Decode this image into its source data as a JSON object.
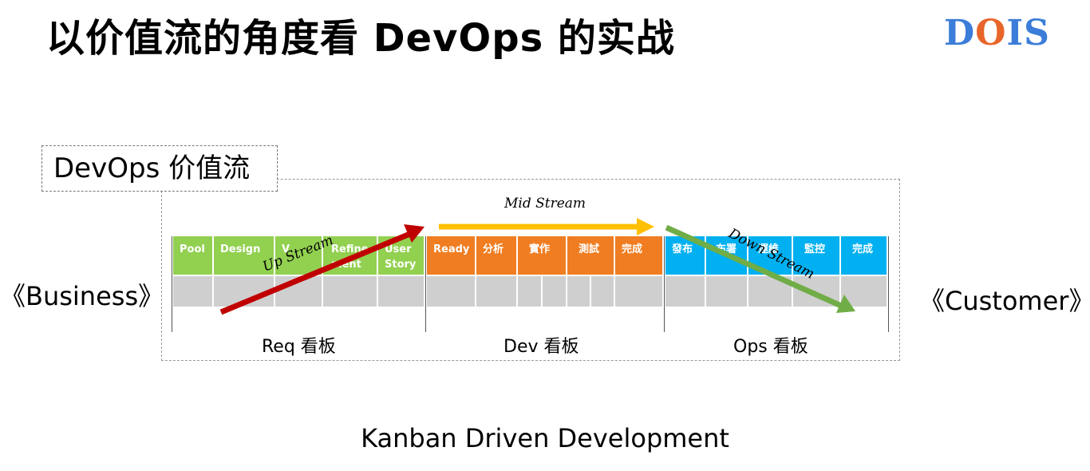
{
  "title": "以价值流的角度看 DevOps 的实战",
  "logo": {
    "letters": [
      "D",
      "O",
      "I",
      "S"
    ],
    "colors": [
      "#3b7dd8",
      "#e8652a",
      "#3b7dd8",
      "#3b7dd8"
    ]
  },
  "value_stream_label": "DevOps 价值流",
  "left_label": "《Business》",
  "right_label": "《Customer》",
  "boards": {
    "req": {
      "label": "Req 看板",
      "color": "#92d050",
      "columns": [
        "Pool",
        "Design",
        "Verify",
        "Refinement",
        "User Story"
      ],
      "visible_text": [
        "Pool",
        "Design",
        "V",
        "Refine\nment",
        "User\nStory"
      ]
    },
    "dev": {
      "label": "Dev 看板",
      "color": "#f07d21",
      "columns": [
        "Ready",
        "分析",
        "實作",
        "測試",
        "完成"
      ]
    },
    "ops": {
      "label": "Ops 看板",
      "color": "#00b0f0",
      "columns": [
        "發布",
        "布署",
        "運維",
        "監控",
        "完成"
      ],
      "visible_text": [
        "發布",
        "布署",
        "運維",
        "監控",
        "完成"
      ]
    }
  },
  "streams": {
    "up": {
      "label": "Up Stream",
      "color": "#c00000"
    },
    "mid": {
      "label": "Mid Stream",
      "color": "#ffc000"
    },
    "down": {
      "label": "Down Stream",
      "color": "#70ad47"
    }
  },
  "footer": "Kanban Driven Development"
}
